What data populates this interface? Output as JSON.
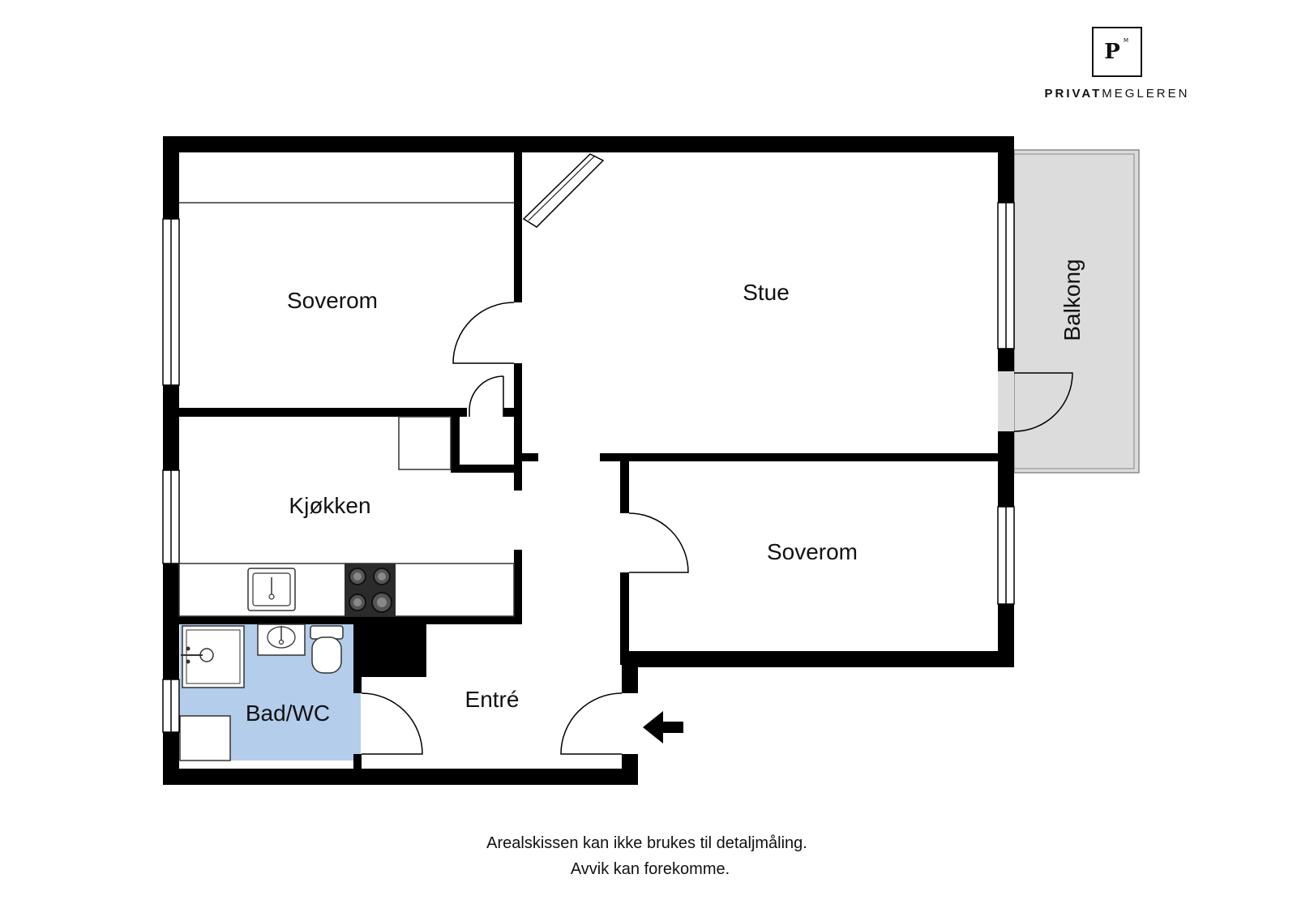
{
  "logo": {
    "letter": "P",
    "superscript": "M",
    "brand_bold": "PRIVAT",
    "brand_regular": "MEGLEREN"
  },
  "rooms": {
    "bedroom_1": "Soverom",
    "living_room": "Stue",
    "balcony": "Balkong",
    "kitchen": "Kjøkken",
    "bedroom_2": "Soverom",
    "bathroom": "Bad/WC",
    "entrance": "Entré"
  },
  "disclaimer": {
    "line1": "Arealskissen kan ikke brukes til detaljmåling.",
    "line2": "Avvik kan forekomme."
  },
  "colors": {
    "wall": "#000000",
    "bathroom_fill": "#b3cdeb",
    "balcony_fill": "#dcdcdc",
    "floor": "#ffffff"
  },
  "icons": {
    "entry": "arrow-left-icon",
    "stove": "cooktop-icon",
    "sink": "sink-icon"
  }
}
